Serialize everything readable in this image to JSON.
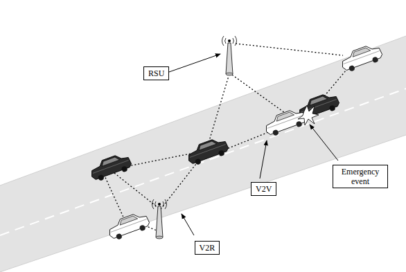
{
  "diagram": {
    "nodes": [
      {
        "text": [
          "RSU"
        ]
      },
      {
        "text": [
          "Emergency event"
        ]
      },
      {
        "text": [
          "V2V"
        ]
      },
      {
        "text": [
          "V2R"
        ]
      }
    ]
  }
}
